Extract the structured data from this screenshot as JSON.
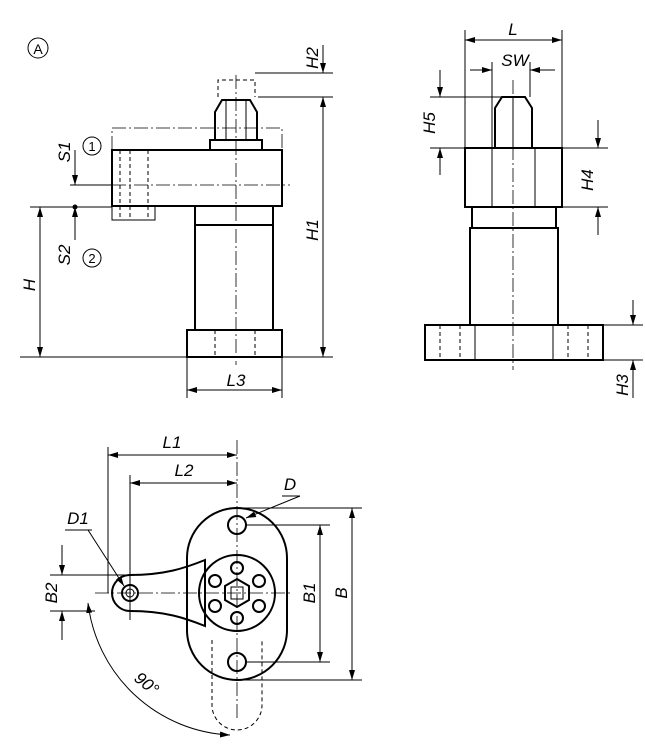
{
  "labels": {
    "view_marker": "A",
    "position_1": "1",
    "position_2": "2",
    "H": "H",
    "H1": "H1",
    "H2": "H2",
    "H3": "H3",
    "H4": "H4",
    "H5": "H5",
    "S1": "S1",
    "S2": "S2",
    "L": "L",
    "L1": "L1",
    "L2": "L2",
    "L3": "L3",
    "SW": "SW",
    "B": "B",
    "B1": "B1",
    "B2": "B2",
    "D": "D",
    "D1": "D1",
    "angle": "90°"
  }
}
